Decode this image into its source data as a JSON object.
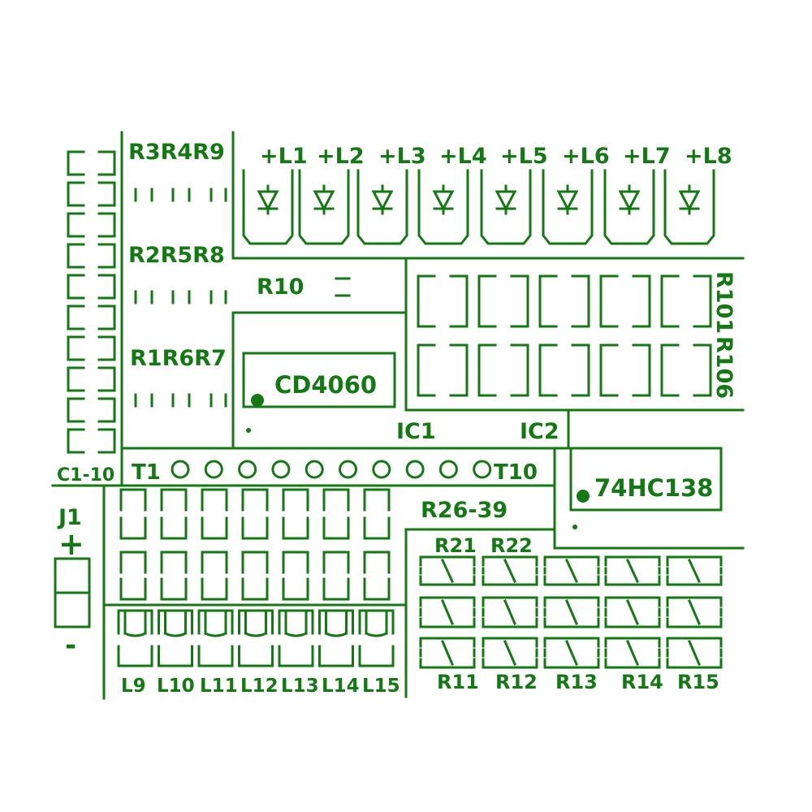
{
  "colors": {
    "ink": "#137a13",
    "background": "#ffffff"
  },
  "labels": {
    "r3r4r9": "R3R4R9",
    "r2r5r8": "R2R5R8",
    "r1r6r7": "R1R6R7",
    "r10": "R10",
    "cd4060": "CD4060",
    "ic1": "IC1",
    "ic2": "IC2",
    "hc138": "74HC138",
    "r101": "R101",
    "r106": "R106",
    "c1_10": "C1-10",
    "t1": "T1",
    "t10": "T10",
    "r26_39": "R26-39",
    "r21": "R21",
    "r22": "R22",
    "j1": "J1",
    "plus": "+",
    "minus": "-"
  },
  "top_leds": [
    "+L1",
    "+L2",
    "+L3",
    "+L4",
    "+L5",
    "+L6",
    "+L7",
    "+L8"
  ],
  "bottom_leds": [
    "L9",
    "L10",
    "L11",
    "L12",
    "L13",
    "L14",
    "L15"
  ],
  "bottom_resistors": [
    "R11",
    "R12",
    "R13",
    "R14",
    "R15"
  ]
}
